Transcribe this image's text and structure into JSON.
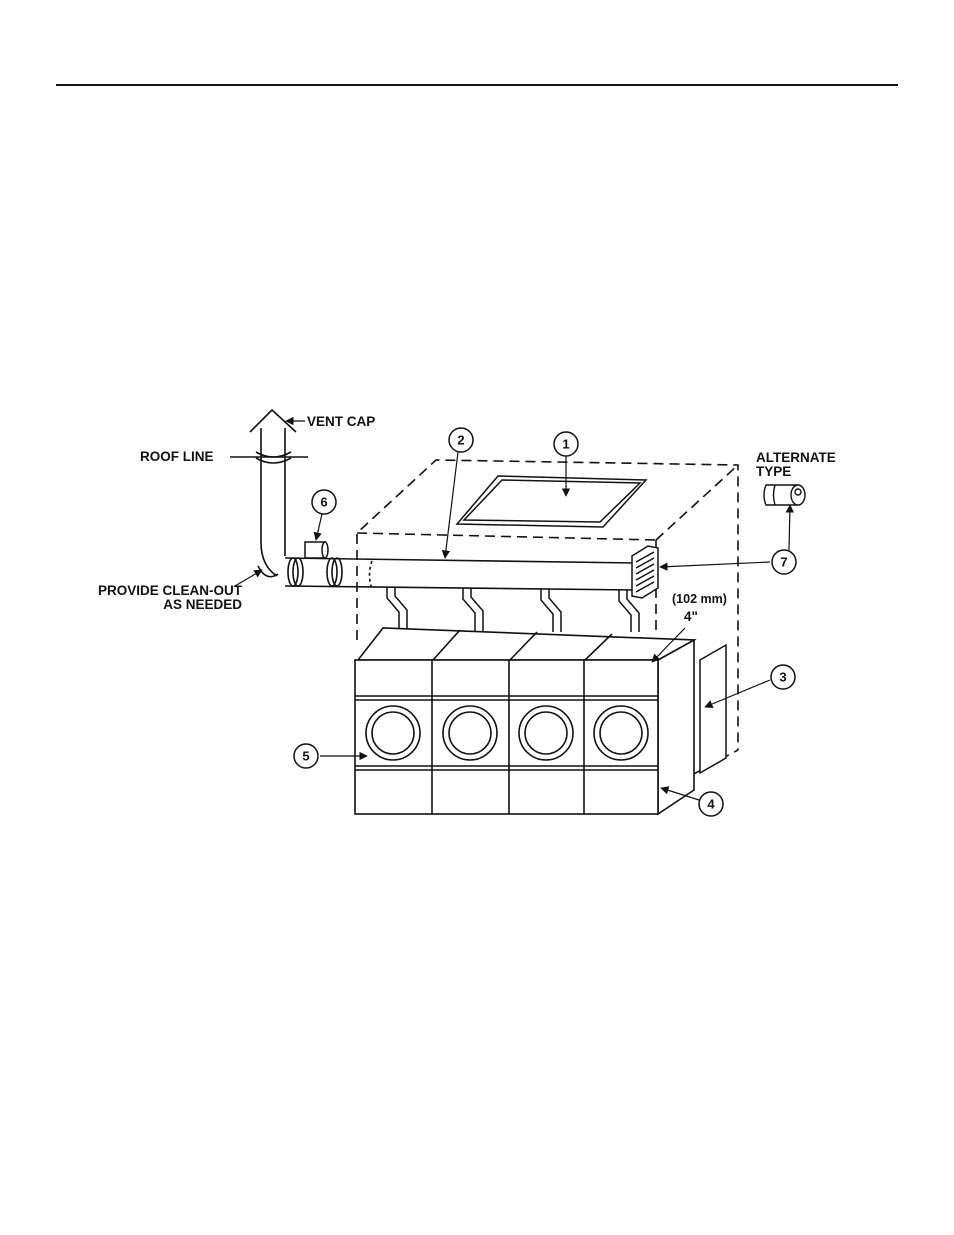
{
  "labels": {
    "vent_cap": "VENT CAP",
    "roof_line": "ROOF LINE",
    "clean_out_1": "PROVIDE CLEAN-OUT",
    "clean_out_2": "AS NEEDED",
    "alternate_1": "ALTERNATE",
    "alternate_2": "TYPE",
    "clearance_mm": "(102 mm)",
    "clearance_in": "4\""
  },
  "callouts": {
    "c1": "1",
    "c2": "2",
    "c3": "3",
    "c4": "4",
    "c5": "5",
    "c6": "6",
    "c7": "7"
  },
  "colors": {
    "ink": "#111111",
    "paper": "#ffffff",
    "panel": "#f2f2f2"
  }
}
